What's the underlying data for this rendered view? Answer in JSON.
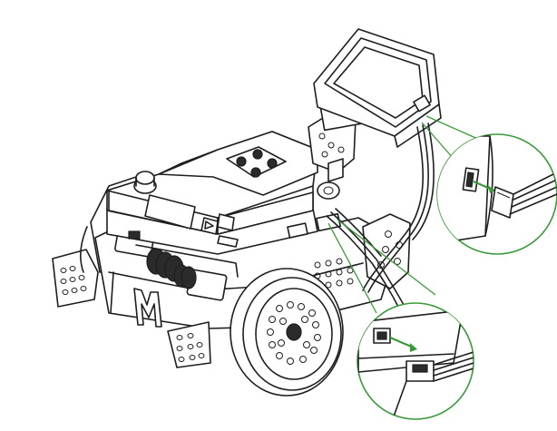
{
  "colors": {
    "line": "#1e1e1e",
    "paper": "#ffffff",
    "accent_green": "#3a9a3a",
    "cable_fill": "#f4f4f4"
  },
  "icons": {
    "brand_logo": "m-logo-icon",
    "play_button": "play-triangle-icon",
    "arrow": "arrow-right-icon"
  },
  "callouts": [
    {
      "id": "sensor-port",
      "target": "camera-module-side-port"
    },
    {
      "id": "chassis-port",
      "target": "controller-side-port"
    }
  ]
}
